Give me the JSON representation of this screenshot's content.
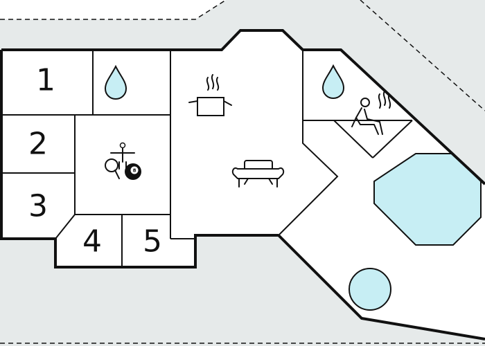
{
  "rooms": {
    "bedroom_1": {
      "number": "1"
    },
    "bedroom_2": {
      "number": "2"
    },
    "bedroom_3": {
      "number": "3"
    },
    "bedroom_4": {
      "number": "4"
    },
    "bedroom_5": {
      "number": "5"
    }
  },
  "icons": {
    "bathroom_left": "water-drop-icon",
    "bathroom_right": "water-drop-icon",
    "games_room_foosball": "foosball-icon",
    "games_room_pingpong": "ping-pong-icon",
    "games_room_billiards": "billiard-8-ball-icon",
    "billiard_ball_label": "8",
    "kitchen": "cooking-pot-icon",
    "living_room": "sofa-icon",
    "sauna": "sauna-icon",
    "hot_tub": "whirlpool-icon"
  },
  "colors": {
    "plot": "#e6eaea",
    "interior": "#ffffff",
    "water": "#c7eef4",
    "wall": "#111111"
  }
}
